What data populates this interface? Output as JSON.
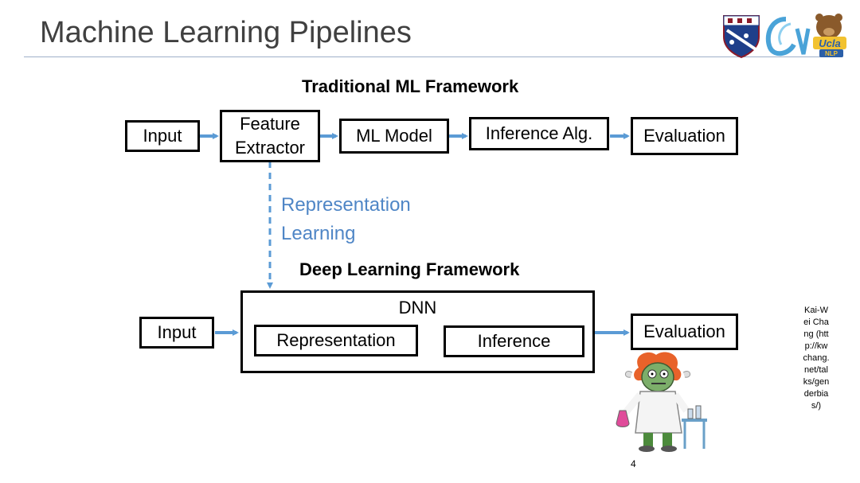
{
  "slide": {
    "title": "Machine Learning Pipelines",
    "page_number": "4",
    "side_note": "Kai-Wei Chang (http://kwchang.net/talks/genderbias/)"
  },
  "traditional": {
    "heading": "Traditional ML Framework",
    "boxes": {
      "input": "Input",
      "feature_line1": "Feature",
      "feature_line2": "Extractor",
      "ml_model": "ML Model",
      "inference": "Inference Alg.",
      "evaluation": "Evaluation"
    }
  },
  "representation_learning": {
    "line1": "Representation",
    "line2": "Learning"
  },
  "deep": {
    "heading": "Deep Learning Framework",
    "boxes": {
      "input": "Input",
      "dnn": "DNN",
      "representation": "Representation",
      "inference": "Inference",
      "evaluation": "Evaluation"
    }
  },
  "colors": {
    "arrow": "#5b9bd5",
    "dashed_arrow": "#5b9bd5",
    "label_accent": "#4f86c6",
    "title_text": "#404040"
  },
  "logos": [
    "penn-shield-logo",
    "cogcomp-logo",
    "ucla-nlp-bear-logo"
  ]
}
